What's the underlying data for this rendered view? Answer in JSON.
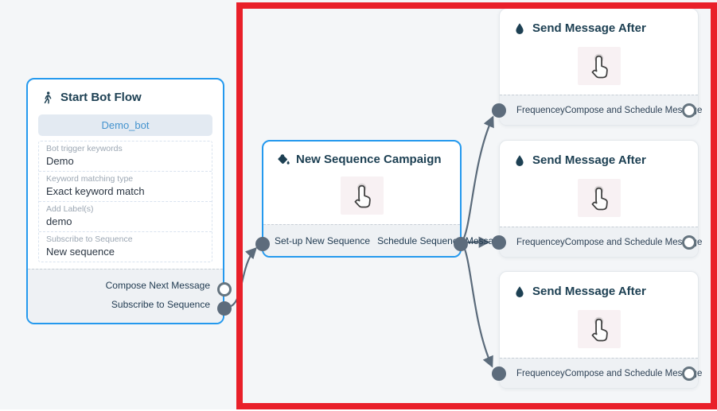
{
  "colors": {
    "canvas_bg": "#f4f6f8",
    "selected_border": "#2499ee",
    "connector": "#5b6b7b",
    "highlight_frame": "#e9202a",
    "footer_bg": "#eef1f4",
    "title_navy": "#1d4053",
    "bot_name_blue": "#4493ce"
  },
  "icons": {
    "start": "walking-person-icon",
    "sequence_campaign": "fill-drip-icon",
    "send_message": "water-drop-icon",
    "click_area": "tap-hand-icon",
    "ports": "circle-connector"
  },
  "start_node": {
    "title": "Start Bot Flow",
    "bot_name": "Demo_bot",
    "fields": [
      {
        "label": "Bot trigger keywords",
        "value": "Demo"
      },
      {
        "label": "Keyword matching type",
        "value": "Exact keyword match"
      },
      {
        "label": "Add Label(s)",
        "value": "demo"
      },
      {
        "label": "Subscribe to Sequence",
        "value": "New sequence"
      }
    ],
    "outputs": [
      {
        "label": "Compose Next Message"
      },
      {
        "label": "Subscribe to Sequence"
      }
    ]
  },
  "sequence_node": {
    "title": "New Sequence Campaign",
    "footer": {
      "left": "Set-up New Sequence",
      "right": "Schedule Sequence Message"
    }
  },
  "send_nodes": [
    {
      "title": "Send Message After",
      "input_label": "Frequencey",
      "output_label": "Compose and Schedule Message"
    },
    {
      "title": "Send Message After",
      "input_label": "Frequencey",
      "output_label": "Compose and Schedule Message"
    },
    {
      "title": "Send Message After",
      "input_label": "Frequencey",
      "output_label": "Compose and Schedule Message"
    }
  ]
}
